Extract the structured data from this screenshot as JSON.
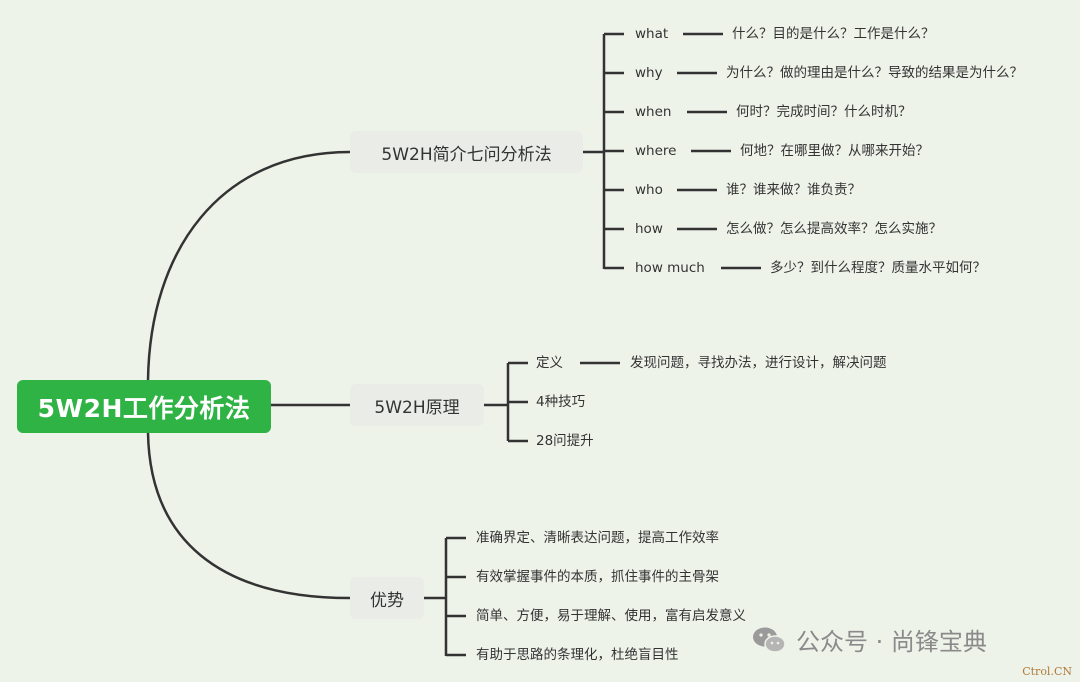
{
  "root": {
    "label": "5W2H工作分析法"
  },
  "branch_intro": {
    "label": "5W2H简介七问分析法",
    "items": [
      {
        "key": "what",
        "desc": "什么？目的是什么？工作是什么？"
      },
      {
        "key": "why",
        "desc": "为什么？做的理由是什么？导致的结果是为什么？"
      },
      {
        "key": "when",
        "desc": "何时？完成时间？什么时机？"
      },
      {
        "key": "where",
        "desc": "何地？在哪里做？从哪来开始？"
      },
      {
        "key": "who",
        "desc": "谁？谁来做？谁负责？"
      },
      {
        "key": "how",
        "desc": "怎么做？怎么提高效率？怎么实施？"
      },
      {
        "key": "how much",
        "desc": "多少？到什么程度？质量水平如何？"
      }
    ]
  },
  "branch_principle": {
    "label": "5W2H原理",
    "items": [
      {
        "key": "定义",
        "desc": "发现问题，寻找办法，进行设计，解决问题"
      },
      {
        "key": "4种技巧",
        "desc": ""
      },
      {
        "key": "28问提升",
        "desc": ""
      }
    ]
  },
  "branch_advantage": {
    "label": "优势",
    "items": [
      "准确界定、清晰表达问题，提高工作效率",
      "有效掌握事件的本质，抓住事件的主骨架",
      "简单、方便，易于理解、使用，富有启发意义",
      "有助于思路的条理化，杜绝盲目性"
    ]
  },
  "watermark": {
    "text": "公众号 · 尚锋宝典",
    "icon": "wechat-icon"
  },
  "corner_mark": "Ctrol.CN",
  "colors": {
    "accent": "#2fb345",
    "line": "#333333",
    "background": "#eef3ea",
    "branch_bg": "#e9ece7"
  }
}
